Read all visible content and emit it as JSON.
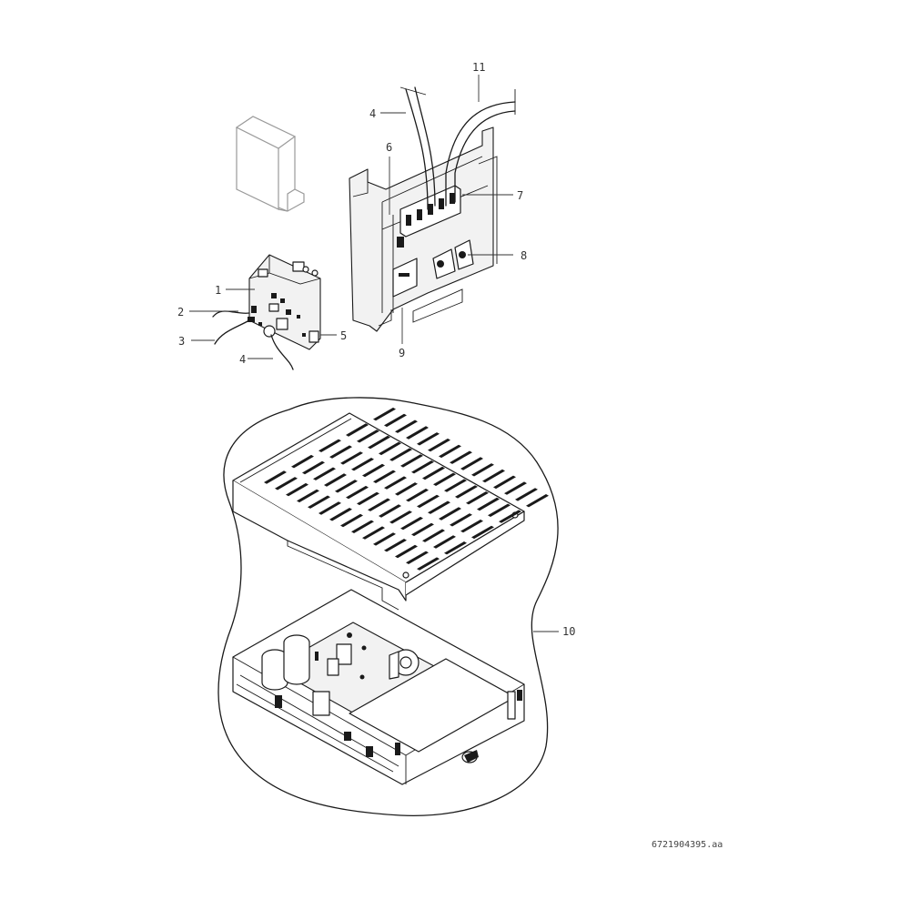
{
  "callouts": {
    "c1": "1",
    "c2": "2",
    "c3": "3",
    "c4a": "4",
    "c4b": "4",
    "c5": "5",
    "c6": "6",
    "c7": "7",
    "c8": "8",
    "c9": "9",
    "c10": "10",
    "c11": "11"
  },
  "drawing_reference": "6721904395.aa"
}
